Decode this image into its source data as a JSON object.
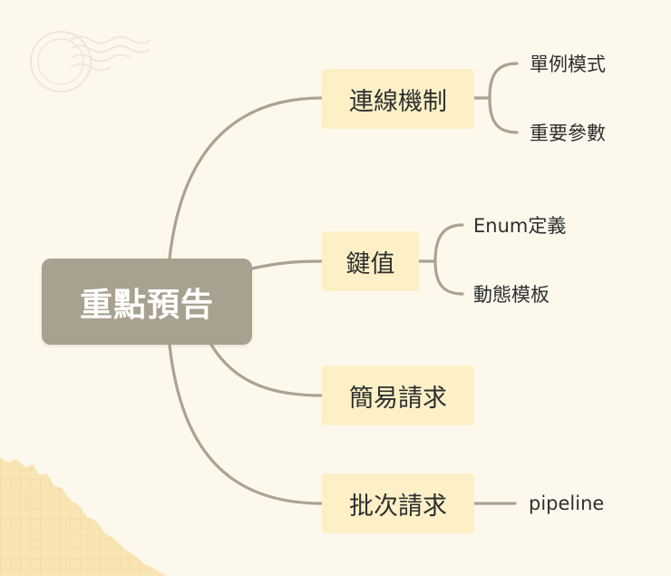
{
  "mindmap": {
    "root": "重點預告",
    "branches": [
      {
        "label": "連線機制",
        "children": [
          "單例模式",
          "重要參數"
        ]
      },
      {
        "label": "鍵值",
        "children": [
          "Enum定義",
          "動態模板"
        ]
      },
      {
        "label": "簡易請求",
        "children": []
      },
      {
        "label": "批次請求",
        "children": [
          "pipeline"
        ]
      }
    ]
  },
  "colors": {
    "background": "#fdf8ec",
    "root_fill": "#a7a18f",
    "branch_fill": "#fdf0c7",
    "connector": "#a8a392",
    "text": "#2f2f2f"
  }
}
